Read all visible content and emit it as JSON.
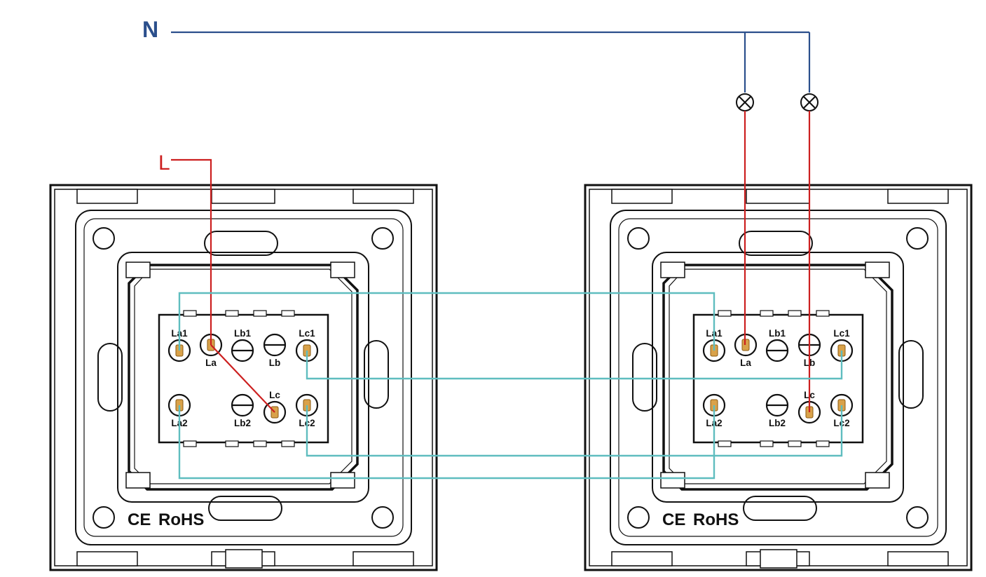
{
  "labels": {
    "neutral": "N",
    "live": "L"
  },
  "colors": {
    "neutral_wire": "#2b4f8c",
    "live_wire": "#cc1f1f",
    "traveler_wire": "#5fbdbf",
    "terminal_fill": "#d9a24a",
    "outline": "#111111"
  },
  "switches": [
    {
      "name": "left-switch",
      "terminals": [
        {
          "id": "La1",
          "label": "La1",
          "has_screw": true
        },
        {
          "id": "La",
          "label": "La",
          "has_screw": true
        },
        {
          "id": "Lb1",
          "label": "Lb1",
          "has_screw": false
        },
        {
          "id": "Lb",
          "label": "Lb",
          "has_screw": false
        },
        {
          "id": "Lc1",
          "label": "Lc1",
          "has_screw": true
        },
        {
          "id": "La2",
          "label": "La2",
          "has_screw": true
        },
        {
          "id": "Lb2",
          "label": "Lb2",
          "has_screw": false
        },
        {
          "id": "Lc",
          "label": "Lc",
          "has_screw": true
        },
        {
          "id": "Lc2",
          "label": "Lc2",
          "has_screw": true
        }
      ],
      "certification": {
        "ce": "CE",
        "rohs": "RoHS"
      }
    },
    {
      "name": "right-switch",
      "terminals": [
        {
          "id": "La1",
          "label": "La1",
          "has_screw": true
        },
        {
          "id": "La",
          "label": "La",
          "has_screw": true
        },
        {
          "id": "Lb1",
          "label": "Lb1",
          "has_screw": false
        },
        {
          "id": "Lb",
          "label": "Lb",
          "has_screw": false
        },
        {
          "id": "Lc1",
          "label": "Lc1",
          "has_screw": true
        },
        {
          "id": "La2",
          "label": "La2",
          "has_screw": true
        },
        {
          "id": "Lb2",
          "label": "Lb2",
          "has_screw": false
        },
        {
          "id": "Lc",
          "label": "Lc",
          "has_screw": true
        },
        {
          "id": "Lc2",
          "label": "Lc2",
          "has_screw": true
        }
      ],
      "certification": {
        "ce": "CE",
        "rohs": "RoHS"
      }
    }
  ],
  "lamps": [
    {
      "name": "lamp-1",
      "icon": "lamp-icon"
    },
    {
      "name": "lamp-2",
      "icon": "lamp-icon"
    }
  ],
  "wiring": [
    {
      "from": "L",
      "to": "left.La",
      "color": "live"
    },
    {
      "from": "left.La",
      "to": "left.Lc",
      "color": "live"
    },
    {
      "from": "N",
      "to": "lamp-1",
      "color": "neutral"
    },
    {
      "from": "N",
      "to": "lamp-2",
      "color": "neutral"
    },
    {
      "from": "lamp-1",
      "to": "right.La",
      "color": "live"
    },
    {
      "from": "lamp-2",
      "to": "right.Lc",
      "color": "live"
    },
    {
      "from": "left.La1",
      "to": "right.La1",
      "color": "traveler"
    },
    {
      "from": "left.La2",
      "to": "right.La2",
      "color": "traveler"
    },
    {
      "from": "left.Lc1",
      "to": "right.Lc1",
      "color": "traveler"
    },
    {
      "from": "left.Lc2",
      "to": "right.Lc2",
      "color": "traveler"
    }
  ]
}
